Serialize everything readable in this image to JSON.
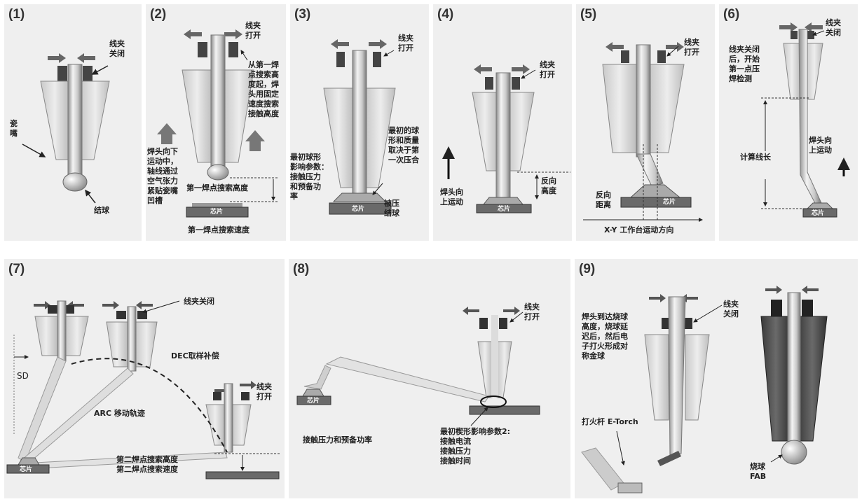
{
  "panels": [
    {
      "num": "(1)",
      "labels": {
        "clamp": "线夹\n关闭",
        "capillary": "瓷\n嘴",
        "ball": "结球"
      }
    },
    {
      "num": "(2)",
      "labels": {
        "clamp": "线夹\n打开",
        "desc": "从第一焊\n点搜索高\n度起，焊\n头用固定\n速度搜索\n接触高度",
        "move": "焊头向下\n运动中，\n轴线通过\n空气张力\n紧贴瓷嘴\n凹槽",
        "height": "第一焊点搜索高度",
        "chip": "芯片",
        "speed": "第一焊点搜索速度"
      }
    },
    {
      "num": "(3)",
      "labels": {
        "clamp": "线夹\n打开",
        "shape": "最初的球\n形和质量\n取决于第\n一次压合",
        "param": "最初球形\n影响参数：\n接触压力\n和预备功\n率",
        "chip": "芯片",
        "squash": "被压\n结球"
      }
    },
    {
      "num": "(4)",
      "labels": {
        "clamp": "线夹\n打开",
        "up": "焊头向\n上运动",
        "rev": "反向\n高度",
        "chip": "芯片"
      }
    },
    {
      "num": "(5)",
      "labels": {
        "clamp": "线夹\n打开",
        "rev": "反向\n距离",
        "chip": "芯片",
        "xy": "X-Y  工作台运动方向"
      }
    },
    {
      "num": "(6)",
      "labels": {
        "clamp": "线夹\n关闭",
        "desc": "线夹关闭\n后，开始\n第一点压\n焊检测",
        "len": "计算线长",
        "up": "焊头向\n上运动",
        "chip": "芯片"
      }
    },
    {
      "num": "(7)",
      "labels": {
        "clamp_close": "线夹关闭",
        "clamp_open": "线夹\n打开",
        "dec": "DEC取样补偿",
        "sd": "SD",
        "arc": "ARC  移动轨迹",
        "chip": "芯片",
        "second": "第二焊点搜索高度\n第二焊点搜索速度"
      }
    },
    {
      "num": "(8)",
      "labels": {
        "clamp": "线夹\n打开",
        "chip": "芯片",
        "contact": "接触压力和预备功率",
        "param": "最初楔形影响参数2:\n接触电流\n接触压力\n接触时间"
      }
    },
    {
      "num": "(9)",
      "labels": {
        "desc": "焊头到达烧球\n高度，烧球延\n迟后，然后电\n子打火形成对\n称金球",
        "clamp": "线夹\n关闭",
        "torch": "打火杆 E-Torch",
        "fab": "烧球\nFAB"
      }
    }
  ]
}
